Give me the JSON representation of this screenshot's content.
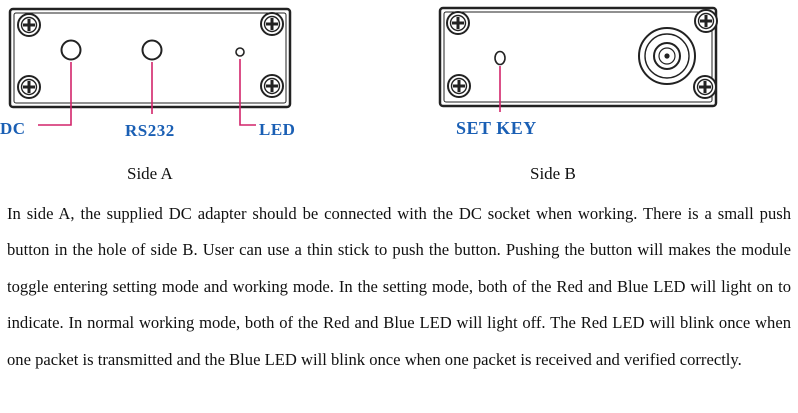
{
  "side_a": {
    "caption": "Side A",
    "callouts": {
      "dc": "DC",
      "rs232": "RS232",
      "led": "LED"
    }
  },
  "side_b": {
    "caption": "Side B",
    "callouts": {
      "set_key": "SET KEY"
    }
  },
  "colors": {
    "callout_text": "#1a5fb4",
    "callout_line": "#d2246a",
    "outline": "#222222"
  },
  "description": "In side A, the supplied DC adapter should be connected with the DC socket when working. There is a small push button in the hole of side B. User can use a thin stick to push the button. Pushing the button will makes the module toggle entering setting mode and working mode. In the setting mode, both of the Red and Blue LED will light on to indicate. In normal working mode, both of the Red and Blue LED will light off. The Red LED will blink once when one packet is transmitted and the Blue LED will blink once when one packet is received and verified correctly."
}
